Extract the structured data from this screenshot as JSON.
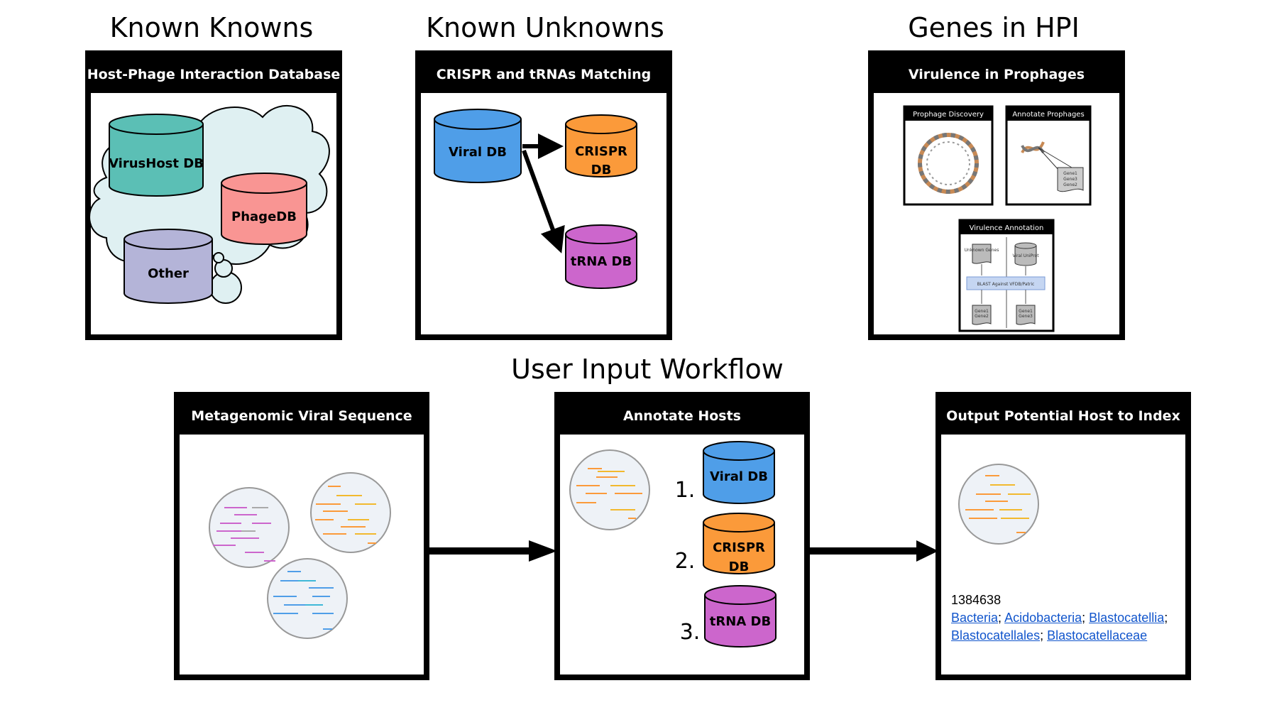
{
  "headings": {
    "known_knowns": "Known Knowns",
    "known_unknowns": "Known Unknowns",
    "genes_in_hpi": "Genes in HPI",
    "user_input_workflow": "User Input Workflow"
  },
  "panels": {
    "host_phage_db": {
      "title": "Host-Phage Interaction Database",
      "databases": [
        "VirusHost DB",
        "PhageDB",
        "Other"
      ]
    },
    "crispr_trna": {
      "title": "CRISPR and tRNAs Matching",
      "viral_db": "Viral DB",
      "crispr_db_line1": "CRISPR",
      "crispr_db_line2": "DB",
      "trna_db": "tRNA DB"
    },
    "virulence": {
      "title": "Virulence in Prophages",
      "prophage_discovery": "Prophage Discovery",
      "annotate_prophages": "Annotate Prophages",
      "virulence_annotation": "Virulence Annotation",
      "gene_list": [
        "Gene1",
        "Gene2",
        "Gene3"
      ],
      "unknown_genes": "Unknown Genes",
      "viral_uniprot": "Viral UniProt",
      "blast_label": "BLAST Against VFDB/Patric"
    },
    "metagenomic": {
      "title": "Metagenomic Viral Sequence"
    },
    "annotate_hosts": {
      "title": "Annotate Hosts",
      "steps": [
        "1.",
        "2.",
        "3."
      ],
      "viral_db": "Viral DB",
      "crispr_db_line1": "CRISPR",
      "crispr_db_line2": "DB",
      "trna_db": "tRNA DB"
    },
    "output": {
      "title": "Output Potential Host to Index",
      "taxon_id": "1384638",
      "lineage": [
        "Bacteria",
        "Acidobacteria",
        "Blastocatellia",
        "Blastocatellales",
        "Blastocatellaceae"
      ]
    }
  },
  "colors": {
    "virushost": "#5bbfb5",
    "phagedb": "#f99593",
    "other": "#b4b4d8",
    "viral_db": "#4f9ee8",
    "crispr_db": "#fb9a3a",
    "trna_db": "#cc66cc",
    "cloud": "#dff0f2",
    "link": "#1155cc"
  }
}
